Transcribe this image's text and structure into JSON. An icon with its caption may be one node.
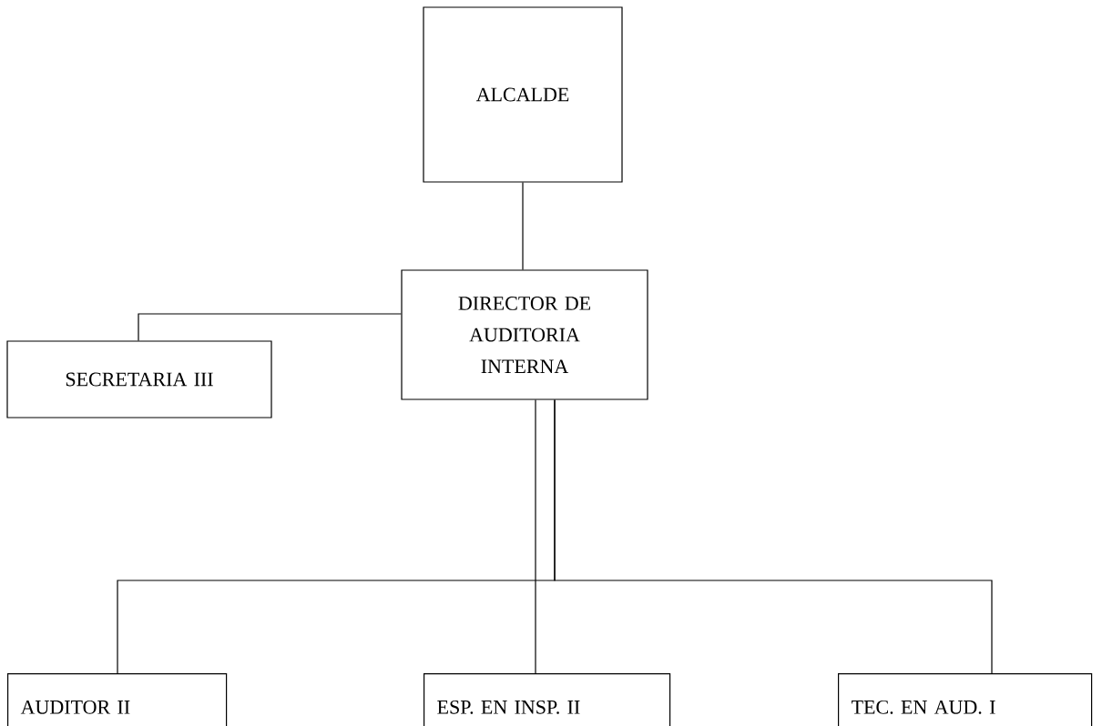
{
  "diagram": {
    "nodes": [
      {
        "text": [
          "ALCALDE"
        ]
      },
      {
        "text": [
          "DIRECTOR DE AUDITORIA INTERNA"
        ]
      },
      {
        "text": [
          "SECRETARIA III"
        ]
      },
      {
        "text": [
          "AUDITOR II"
        ]
      },
      {
        "text": [
          "ESP. EN INSP. II"
        ]
      },
      {
        "text": [
          "TEC. EN AUD. I"
        ]
      }
    ],
    "edges": [
      {
        "from": 0,
        "to": 1,
        "arrow": "none"
      },
      {
        "from": 1,
        "to": 2,
        "arrow": "none"
      },
      {
        "from": 1,
        "to": 3,
        "arrow": "none"
      },
      {
        "from": 1,
        "to": 4,
        "arrow": "none"
      },
      {
        "from": 1,
        "to": 5,
        "arrow": "none"
      }
    ]
  }
}
